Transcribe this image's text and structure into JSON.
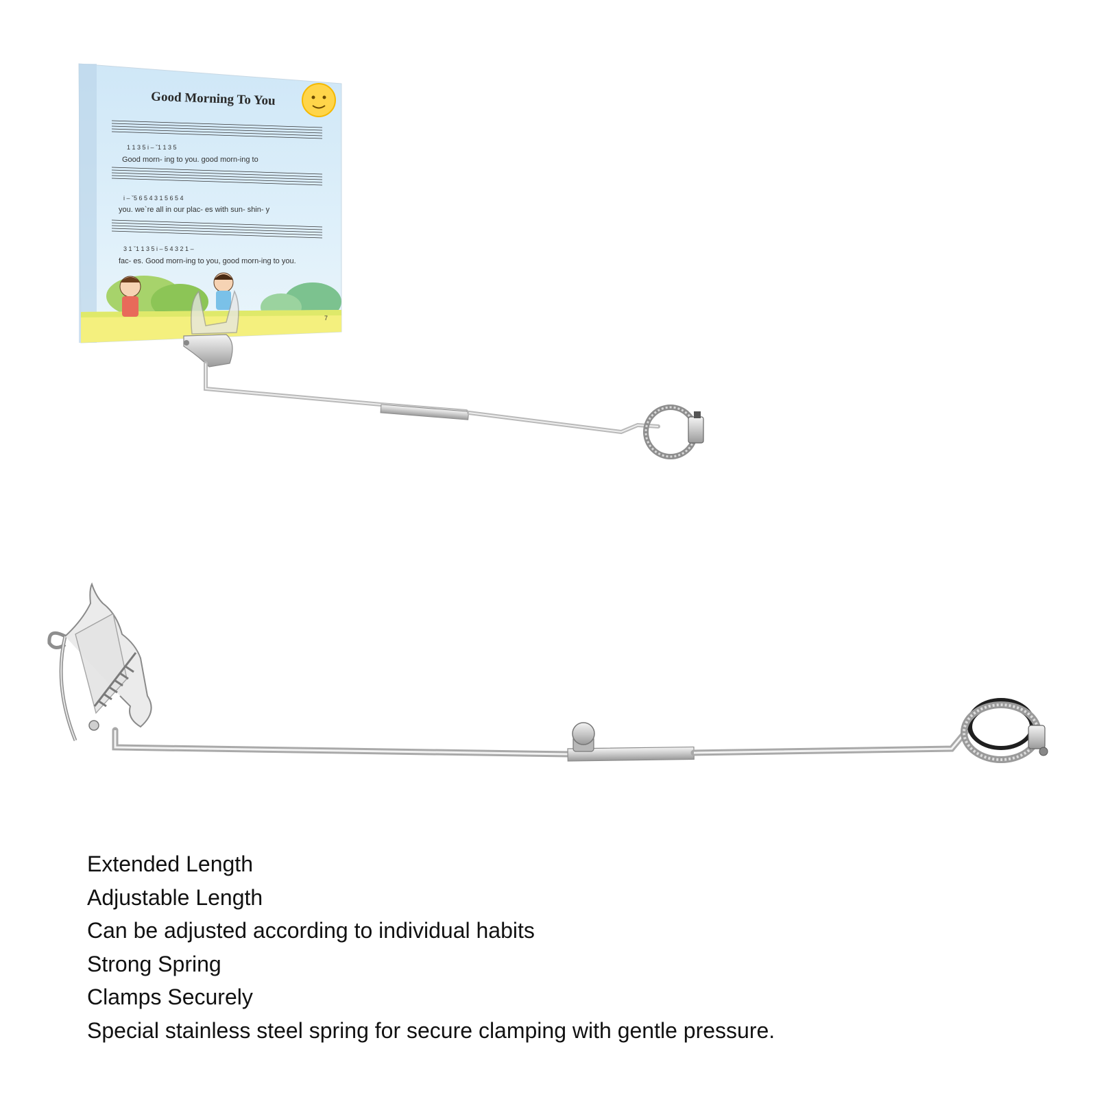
{
  "sheet": {
    "title": "Good Morning To You",
    "lyrics": [
      "Good  morn- ing  to     you.      good  morn-ing   to",
      "you.    we`re all   in  our  plac- es  with  sun- shin- y",
      "fac- es. Good morn-ing to you,  good morn-ing to  you."
    ],
    "numbers": [
      "1      1      3      5      i   –   ˇ1      1      3      5",
      "i   –   ˇ5     6     5     4      3     1     5      6     5     4",
      "3   1   ˇ1     1     3     5      i   –   5     4    3    2     1   –"
    ],
    "page_number": "7"
  },
  "features": [
    "Extended Length",
    "Adjustable Length",
    "Can be adjusted according to individual habits",
    "Strong Spring",
    "Clamps Securely",
    "Special stainless steel spring for secure clamping with gentle pressure."
  ]
}
